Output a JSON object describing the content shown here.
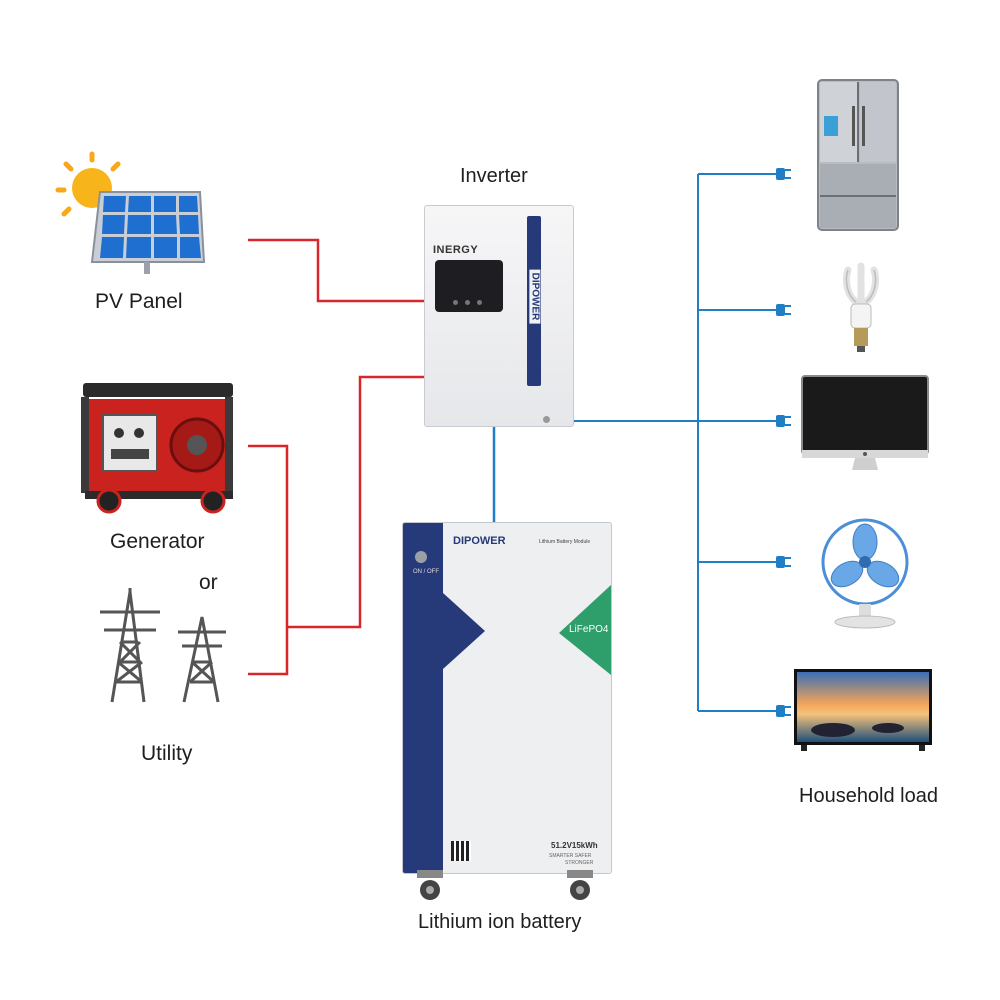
{
  "labels": {
    "inverter": "Inverter",
    "pv_panel": "PV Panel",
    "generator": "Generator",
    "or": "or",
    "utility": "Utility",
    "battery": "Lithium ion battery",
    "household": "Household load"
  },
  "inverter": {
    "brand": "INERGY",
    "side_brand": "DIPOWER"
  },
  "battery": {
    "brand": "DIPOWER",
    "module": "Lithium Battery Module",
    "chem": "LiFePO4",
    "rating": "51.2V15kWh",
    "slogan1": "SMARTER SAFER",
    "slogan2": "STRONGER",
    "switch": "ON / OFF"
  },
  "colors": {
    "ac_line": "#d8262b",
    "dc_line": "#1f7ec4",
    "navy": "#263a7a",
    "green": "#2e9e6a"
  }
}
